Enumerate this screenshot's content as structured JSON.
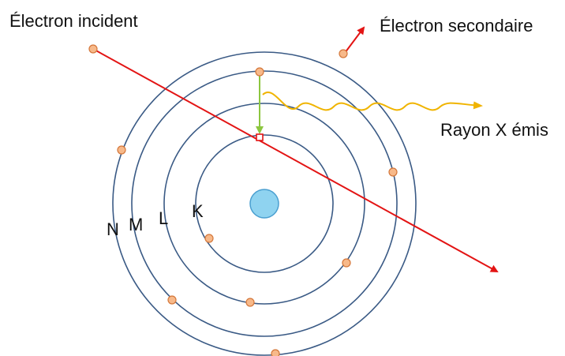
{
  "labels": {
    "incident_electron": "Électron incident",
    "secondary_electron": "Électron secondaire",
    "emitted_xray": "Rayon X émis"
  },
  "shells": [
    {
      "name": "K",
      "label": "K"
    },
    {
      "name": "L",
      "label": "L"
    },
    {
      "name": "M",
      "label": "M"
    },
    {
      "name": "N",
      "label": "N"
    }
  ],
  "colors": {
    "orbit": "#3a5a85",
    "incident_path": "#e31414",
    "secondary_path": "#e31414",
    "transition_arrow": "#8cc63f",
    "xray_wave": "#f0b400",
    "electron_fill": "#f7b98a",
    "electron_stroke": "#d4773a",
    "nucleus_fill": "#8fd3f0",
    "nucleus_stroke": "#4a9fd0",
    "vacancy_stroke": "#e31414"
  }
}
